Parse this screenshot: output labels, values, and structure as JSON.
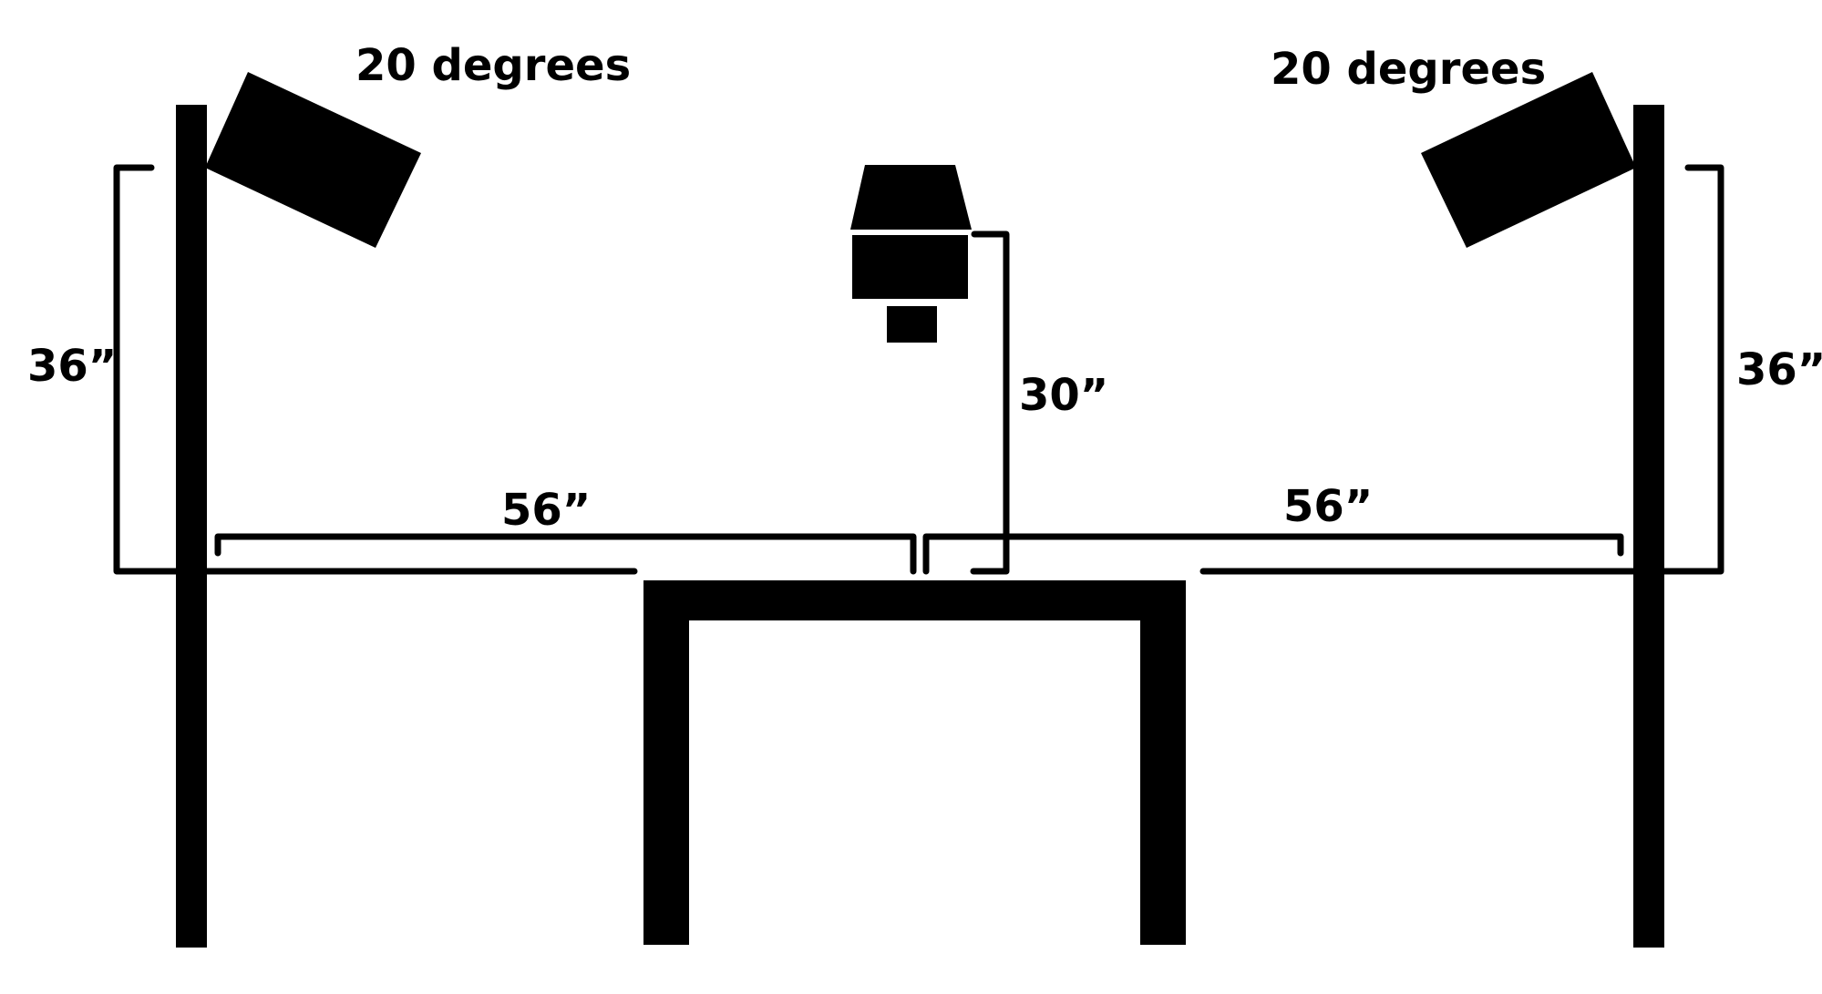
{
  "labels": {
    "left_light_angle": "20 degrees",
    "right_light_angle": "20 degrees",
    "left_light_height": "36”",
    "right_light_height": "36”",
    "camera_height": "30”",
    "left_distance": "56”",
    "right_distance": "56”"
  },
  "colors": {
    "ink": "#000000",
    "background": "#ffffff"
  }
}
